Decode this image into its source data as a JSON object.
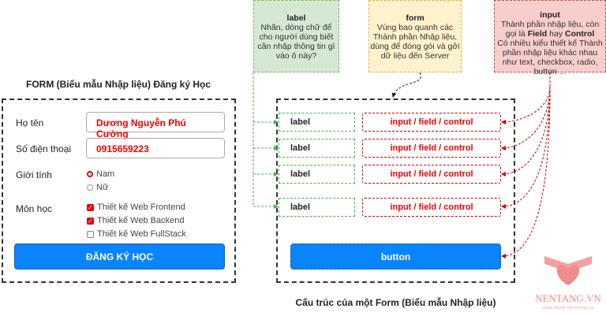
{
  "left": {
    "title": "FORM (Biểu mẫu Nhập liệu) Đăng ký Học",
    "fields": [
      {
        "label": "Họ tên",
        "value": "Dương Nguyễn Phú Cường"
      },
      {
        "label": "Số điện thoại",
        "value": "0915659223"
      }
    ],
    "gender": {
      "label": "Giới tính",
      "options": [
        "Nam",
        "Nữ"
      ],
      "selected": "Nam"
    },
    "subjects": {
      "label": "Môn học",
      "options": [
        {
          "label": "Thiết kế Web Frontend",
          "checked": true
        },
        {
          "label": "Thiết kế Web Backend",
          "checked": true
        },
        {
          "label": "Thiết kế Web FullStack",
          "checked": false
        }
      ]
    },
    "submit": "ĐĂNG KÝ HỌC"
  },
  "notes": {
    "label": {
      "title": "label",
      "text": "Nhãn, dòng chữ để cho người dùng biết cần nhập thông tin gì vào ô này?"
    },
    "form": {
      "title": "form",
      "text": "Vùng bao quanh các Thành phần Nhập liệu, dùng để đóng gói và gởi dữ liệu đến Server"
    },
    "input": {
      "title": "input",
      "line1": "Thành phần nhập liệu, còn gọi là ",
      "field": "Field",
      "hay": " hay ",
      "control": "Control",
      "line2": "Có nhiều kiểu thiết kế Thành phần nhập liệu khác nhau như text, checkbox, radio, button ..."
    }
  },
  "structure": {
    "label": "label",
    "input": "input / field / control",
    "button": "button",
    "caption": "Cấu trúc của một Form (Biểu mẫu Nhập liệu)"
  },
  "logo": {
    "name": "NENTANG.VN",
    "tagline": "HÀNH TRANG TỚI TƯƠNG LAI"
  },
  "colors": {
    "accent": "#0a84ff",
    "error": "#e00000",
    "label_note": "#d5e8d4",
    "form_note": "#fff2cc",
    "input_note": "#f8cecc"
  }
}
